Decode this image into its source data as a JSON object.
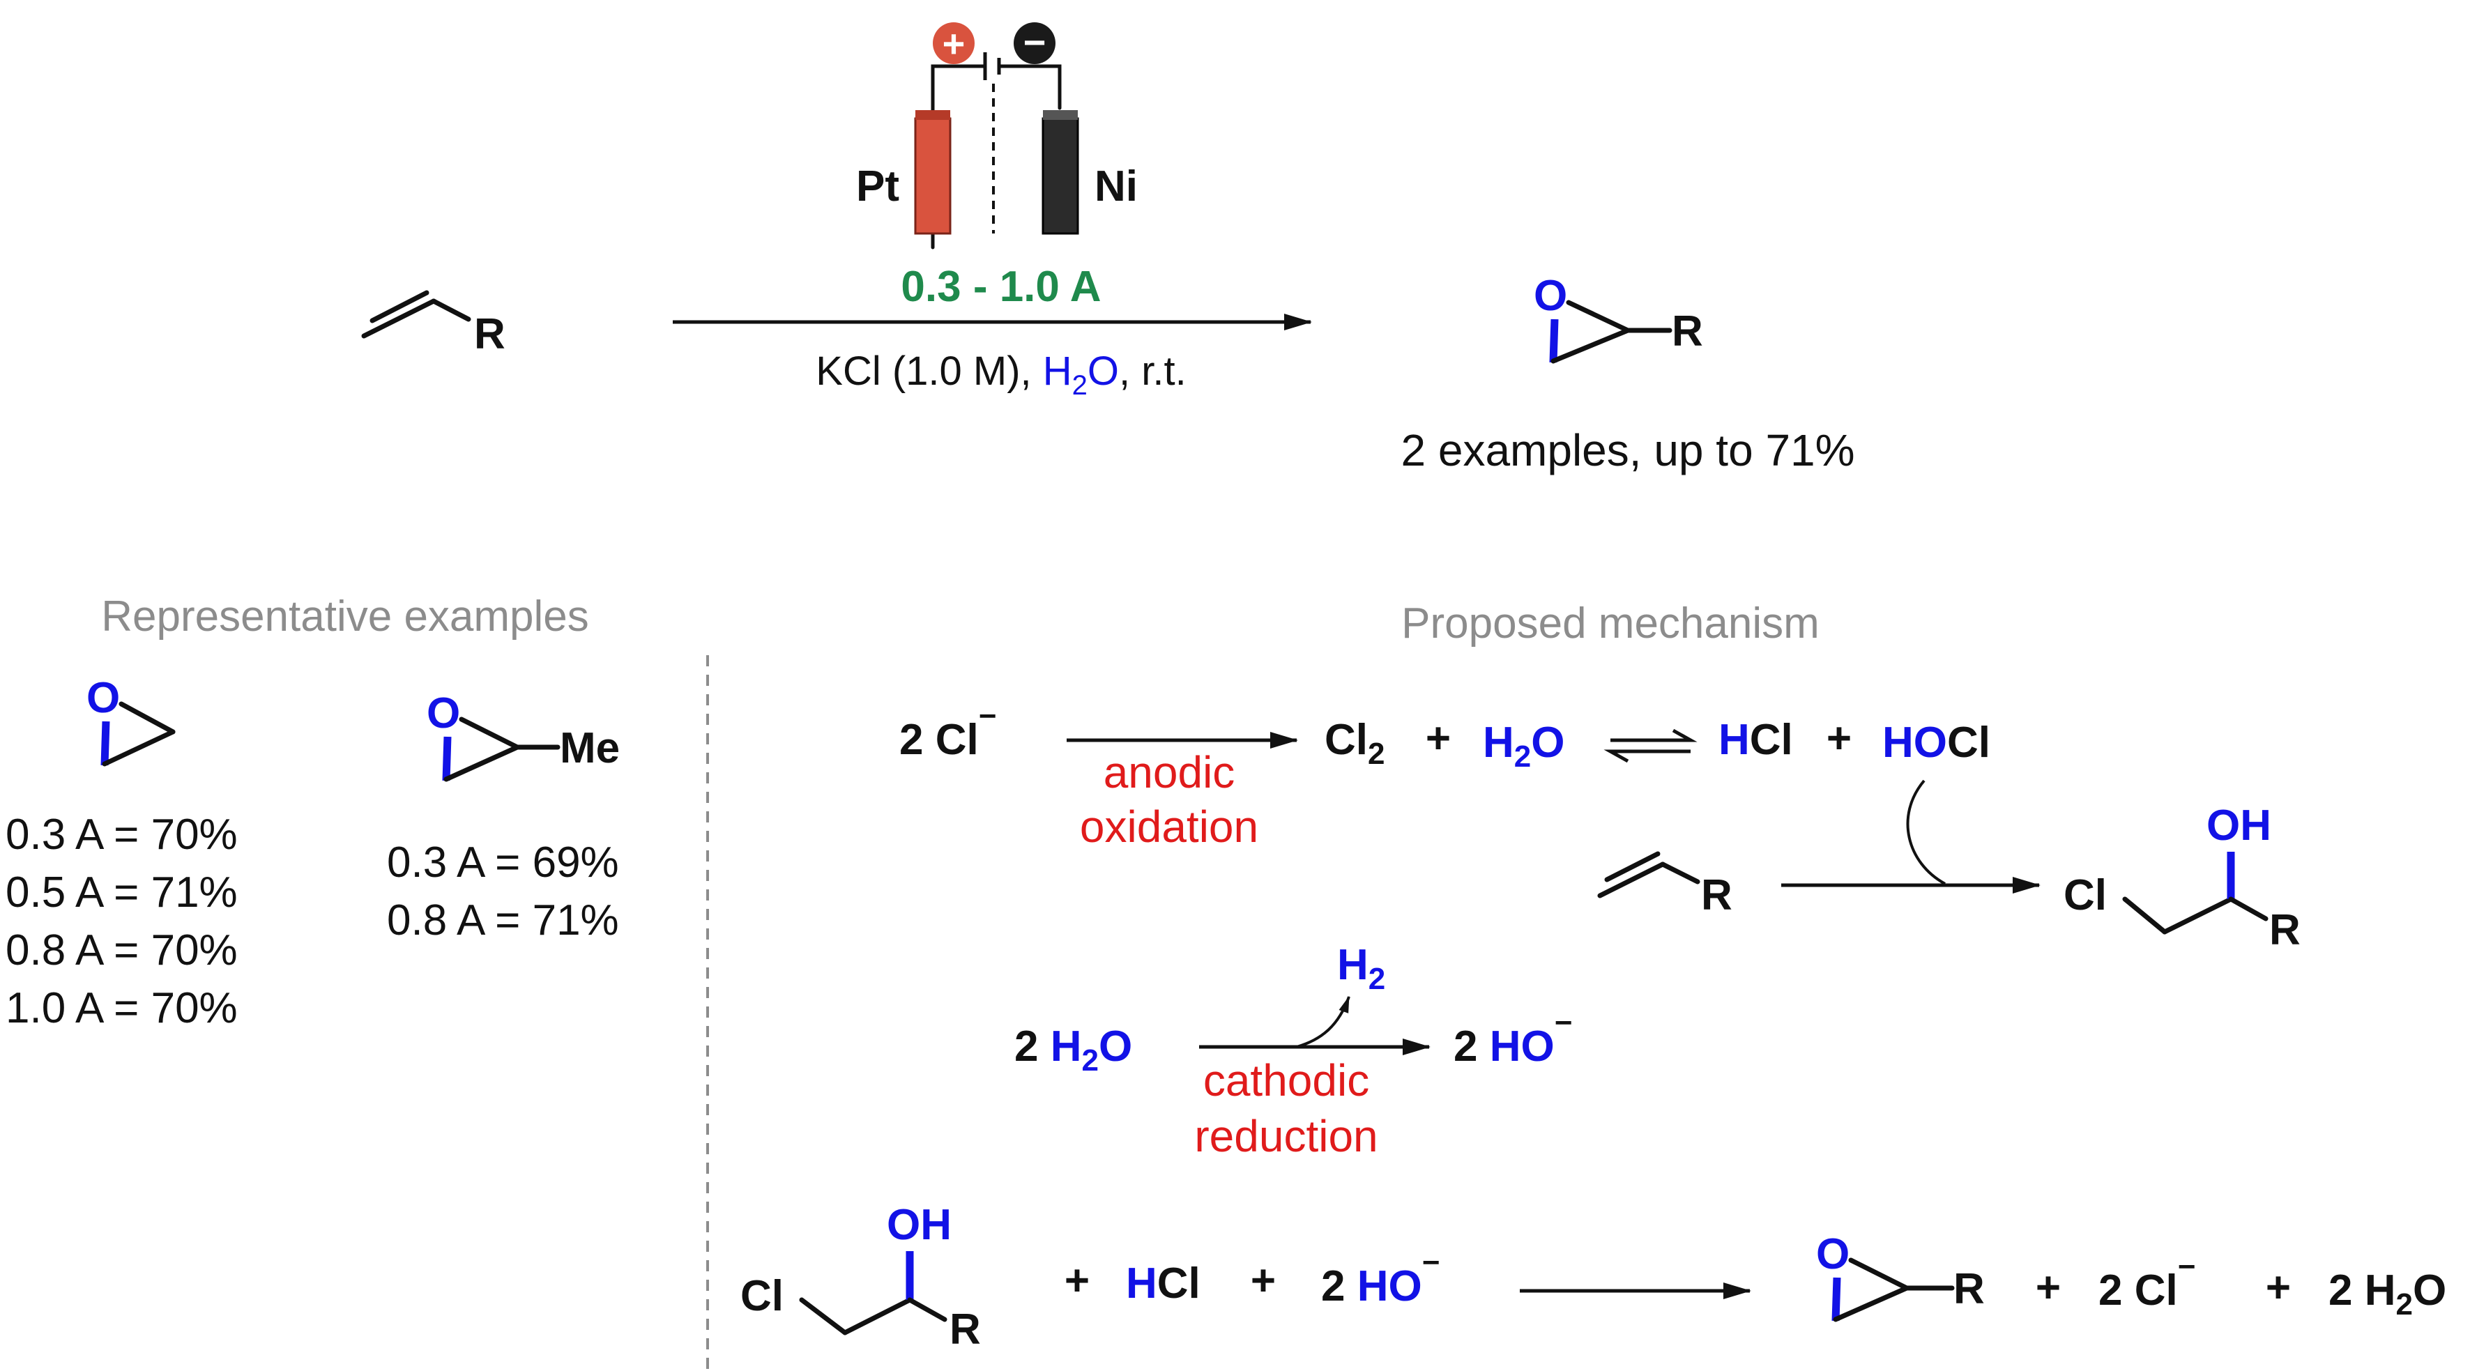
{
  "atoms": {
    "R": "R",
    "O": "O",
    "OH": "OH",
    "Cl": "Cl",
    "Me": "Me"
  },
  "electrodes": {
    "anode": "Pt",
    "cathode": "Ni",
    "plus": "+",
    "minus": "−"
  },
  "main_reaction": {
    "current": "0.3 - 1.0 A",
    "cond_pre": "KCl (1.0 M), ",
    "h": "H",
    "sub2": "2",
    "o": "O",
    "cond_post": ", r.t.",
    "summary": "2 examples, up to 71%"
  },
  "representative": {
    "title": "Representative examples",
    "epoxide1_yields": [
      "0.3 A = 70%",
      "0.5 A = 71%",
      "0.8 A = 70%",
      "1.0 A = 70%"
    ],
    "epoxide2_yields": [
      "0.3 A = 69%",
      "0.8 A = 71%"
    ]
  },
  "mechanism": {
    "title": "Proposed mechanism",
    "coef2": "2 ",
    "cl_minus": "Cl",
    "charge": "−",
    "cl2": "Cl",
    "sub2": "2",
    "plus": "+",
    "h2o_h": "H",
    "h2o_o": "O",
    "hcl_h": "H",
    "hcl_cl": "Cl",
    "hocl_ho": "HO",
    "hocl_cl": "Cl",
    "anodic_1": "anodic",
    "anodic_2": "oxidation",
    "cathodic_1": "cathodic",
    "cathodic_2": "reduction",
    "h2": "H",
    "ho": "HO"
  }
}
